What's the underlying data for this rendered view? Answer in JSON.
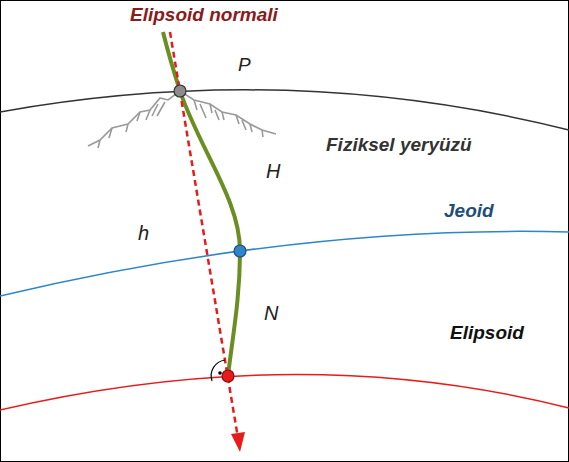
{
  "diagram": {
    "labels": [
      "Elipsoid normali",
      "P",
      "Fiziksel yeryüzü",
      "H",
      "h",
      "Jeoid",
      "N",
      "Elipsoid"
    ]
  }
}
